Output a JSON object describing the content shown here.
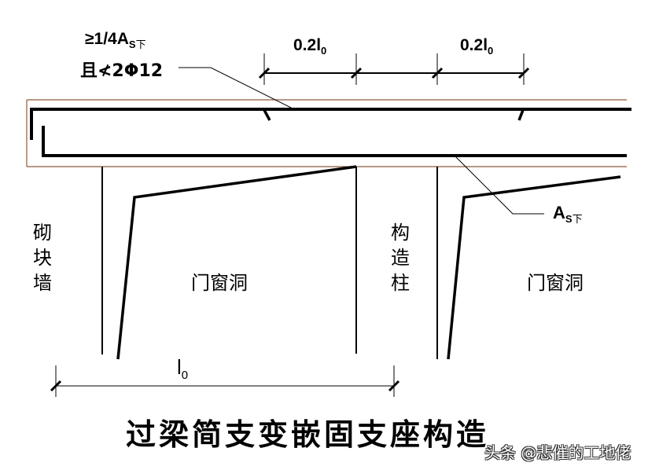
{
  "diagram": {
    "title": "过梁简支变嵌固支座构造",
    "top_rebar_note": {
      "line1_prefix": "≥1/4A",
      "line1_sub": "S",
      "line1_subcjk": "下",
      "line2": "且≮2Φ12"
    },
    "dimensions": {
      "left_anchor": {
        "base": "0.2l",
        "sub": "0"
      },
      "right_anchor": {
        "base": "0.2l",
        "sub": "0"
      },
      "span": {
        "base": "l",
        "sub": "0"
      }
    },
    "bottom_rebar_label": {
      "base": "A",
      "sub": "S",
      "subcjk": "下"
    },
    "labels": {
      "masonry_wall": [
        "砌",
        "块",
        "墙"
      ],
      "constructional_column": [
        "构",
        "造",
        "柱"
      ],
      "opening_left": "门窗洞",
      "opening_right": "门窗洞"
    },
    "watermark": "头条 @悲催的工地佬",
    "colors": {
      "beam_outline": "#8B5A3C",
      "rebar": "#000000",
      "background": "#ffffff"
    }
  }
}
